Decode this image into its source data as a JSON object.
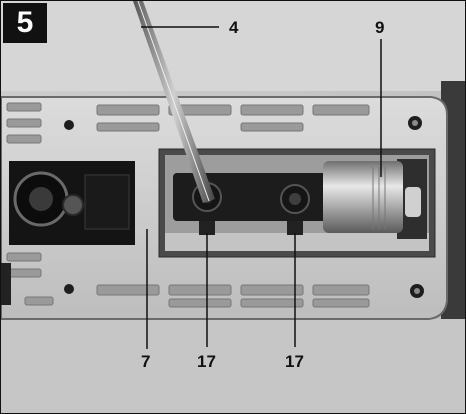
{
  "figure": {
    "number": "5",
    "callouts": {
      "c4": "4",
      "c9": "9",
      "c7": "7",
      "c17a": "17",
      "c17b": "17"
    }
  }
}
